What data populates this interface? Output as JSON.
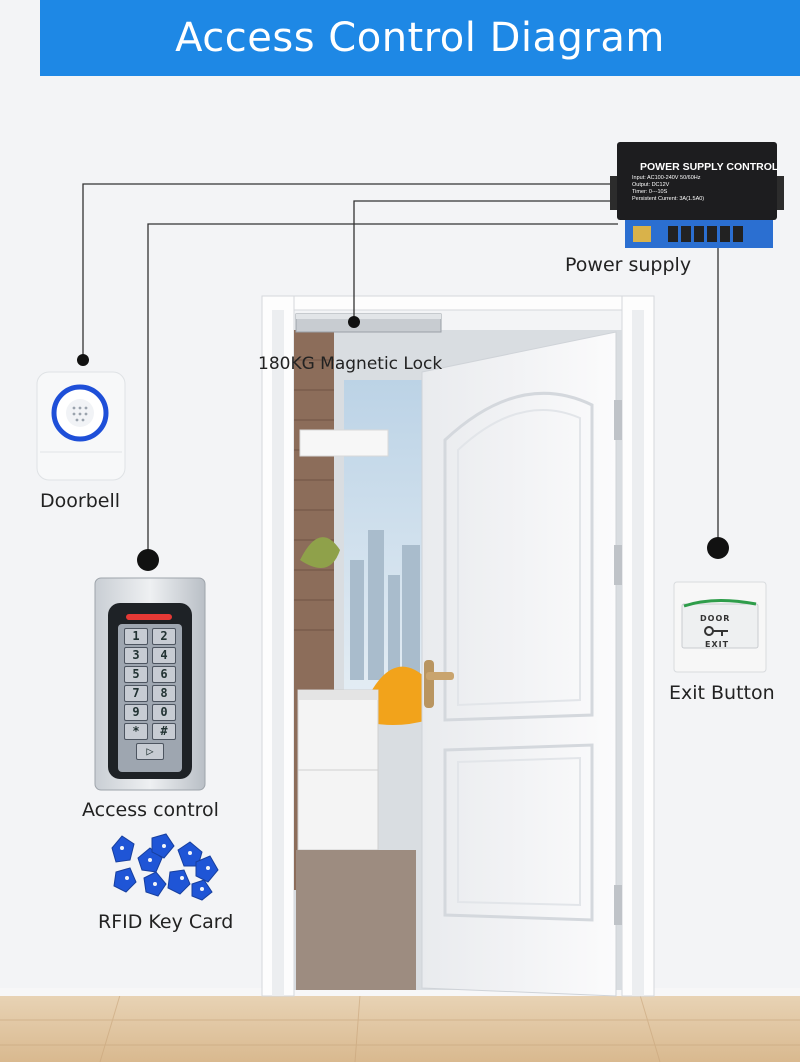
{
  "title": "Access Control Diagram",
  "labels": {
    "power_supply": "Power supply",
    "magnetic_lock": "180KG Magnetic Lock",
    "doorbell": "Doorbell",
    "access_control": "Access control",
    "exit_button": "Exit Button",
    "rfid_key_card": "RFID Key Card"
  },
  "power_supply_panel": {
    "heading": "POWER SUPPLY CONTROL",
    "lines": [
      "Input:   AC100-240V   50/60Hz",
      "Output:  DC12V",
      "Timer:   0---10S",
      "Persistent  Current: 3A(1.5A0)"
    ]
  },
  "keypad": {
    "keys": [
      "1",
      "2",
      "3",
      "4",
      "5",
      "6",
      "7",
      "8",
      "9",
      "0",
      "*",
      "#"
    ]
  },
  "exit_button_panel": {
    "top": "DOOR",
    "bottom": "EXIT"
  },
  "colors": {
    "banner": "#1e88e5",
    "doorbell_ring": "#1e4fd8",
    "rfid_tag": "#1f55d6",
    "keypad_led": "#e53935"
  }
}
